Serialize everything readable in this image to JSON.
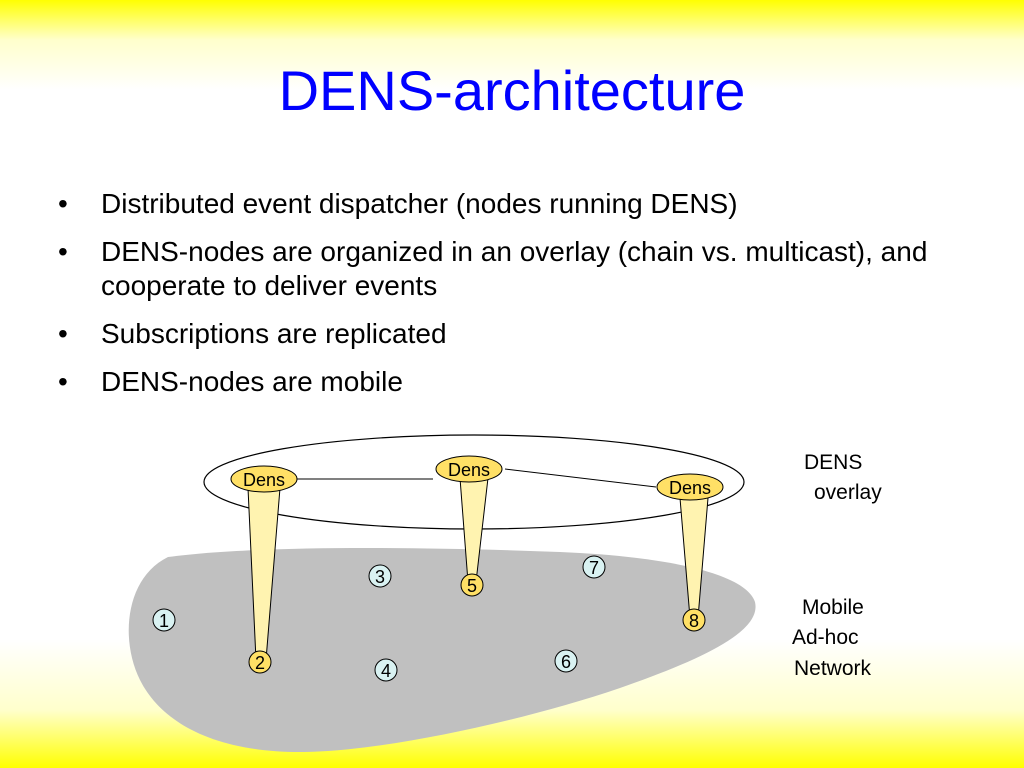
{
  "title": "DENS-architecture",
  "bullets": [
    "Distributed event dispatcher (nodes running DENS)",
    "DENS-nodes are organized in an overlay (chain vs. multicast), and cooperate to deliver events",
    "Subscriptions are replicated",
    "DENS-nodes are mobile"
  ],
  "overlay_label": [
    "DENS",
    "overlay"
  ],
  "network_label": [
    "Mobile",
    "Ad-hoc",
    "Network"
  ],
  "dens_nodes": [
    "Dens",
    "Dens",
    "Dens"
  ],
  "mobile_nodes": [
    "1",
    "2",
    "3",
    "4",
    "5",
    "6",
    "7",
    "8"
  ],
  "colors": {
    "title": "#0000ff",
    "dens_fill": "#ffe066",
    "dens_beam": "#fff3b0",
    "network_fill": "#c0c0c0",
    "plain_node_fill": "#d9f2f2",
    "overlay_node_fill": "#ffe066"
  }
}
